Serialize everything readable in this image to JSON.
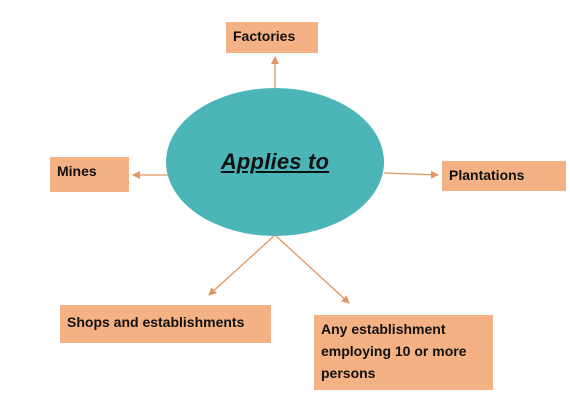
{
  "diagram": {
    "center": {
      "label": "Applies to"
    },
    "nodes": [
      {
        "id": "factories",
        "label": "Factories"
      },
      {
        "id": "mines",
        "label": "Mines"
      },
      {
        "id": "plantations",
        "label": "Plantations"
      },
      {
        "id": "shops",
        "label": "Shops and establishments"
      },
      {
        "id": "any",
        "label": "Any establishment\nemploying 10 or more\npersons"
      }
    ],
    "colors": {
      "center_fill": "#4bb5b7",
      "box_fill": "#f4b183",
      "arrow": "#e0975f"
    }
  }
}
